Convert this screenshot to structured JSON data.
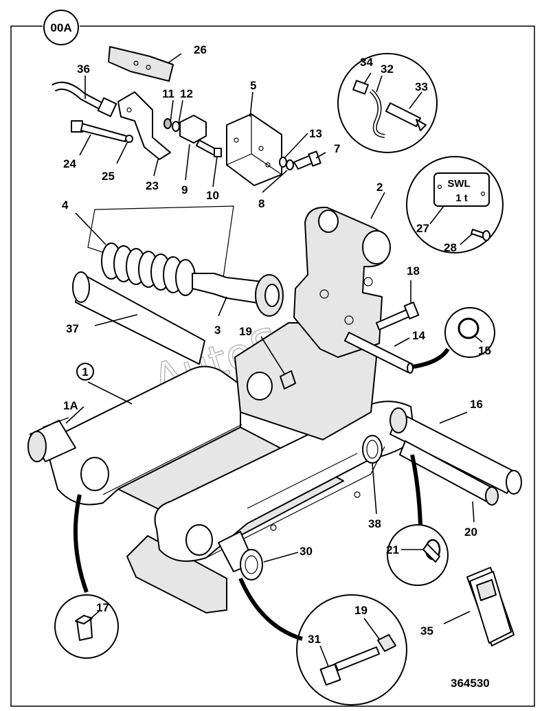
{
  "diagram": {
    "page_code": "00A",
    "drawing_number": "364530",
    "watermark": "AutoSoft",
    "plate_text_line1": "SWL",
    "plate_text_line2": "1 t"
  },
  "labels": {
    "l1": "1",
    "l1a": "1A",
    "l2": "2",
    "l3": "3",
    "l4": "4",
    "l5": "5",
    "l7": "7",
    "l8": "8",
    "l9": "9",
    "l10": "10",
    "l11": "11",
    "l12": "12",
    "l13": "13",
    "l14": "14",
    "l15": "15",
    "l16": "16",
    "l17": "17",
    "l18": "18",
    "l19a": "19",
    "l19b": "19",
    "l20": "20",
    "l21": "21",
    "l23": "23",
    "l24": "24",
    "l25": "25",
    "l26": "26",
    "l27": "27",
    "l28": "28",
    "l30": "30",
    "l31": "31",
    "l32": "32",
    "l33": "33",
    "l34": "34",
    "l35": "35",
    "l36": "36",
    "l37": "37",
    "l38": "38"
  },
  "colors": {
    "line": "#000000",
    "paper": "#ffffff",
    "shade": "#e6e6e6",
    "watermark": "#9a9a9a"
  }
}
